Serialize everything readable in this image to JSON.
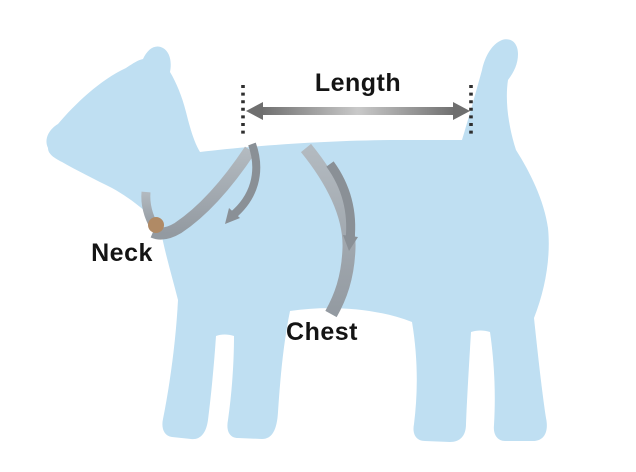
{
  "diagram": {
    "name": "dog-harness-size-guide",
    "labels": {
      "length": "Length",
      "neck": "Neck",
      "chest": "Chest"
    },
    "colors": {
      "background": "#ffffff",
      "dog_fill": "#bfdff2",
      "strap_gray": "#939aa1",
      "strap_gray_light": "#b3bac0",
      "strap_ring_brown": "#b08a65",
      "arrow_dark": "#6f6f6f",
      "arrow_light": "#c9c9c9",
      "pointer_gray": "#8a9096",
      "dotted_line": "#2f2f2f",
      "label_text": "#141414"
    }
  }
}
